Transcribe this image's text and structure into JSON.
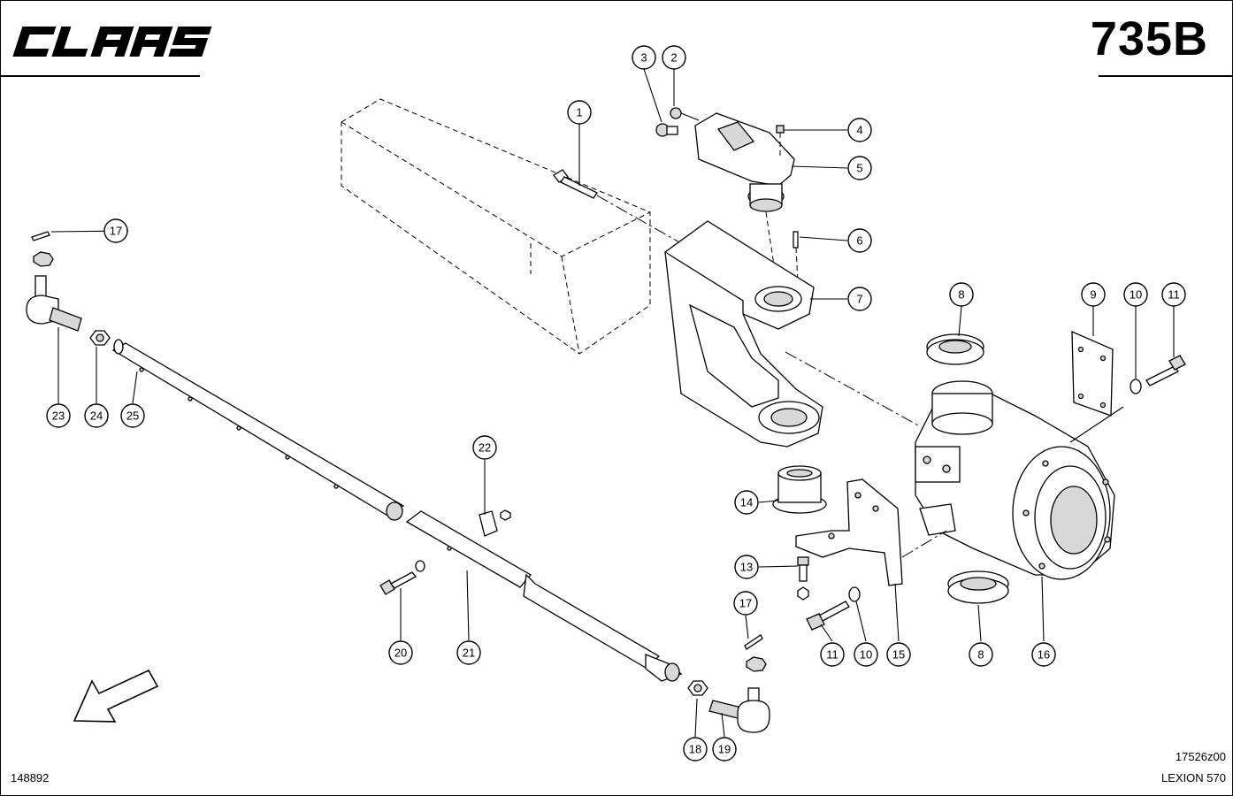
{
  "header": {
    "brand_logo_text": "CLAAS",
    "diagram_number": "735B"
  },
  "footer": {
    "sheet_number": "148892",
    "drawing_code": "17526z00",
    "model_name": "LEXION 570"
  },
  "callouts": {
    "c1": "1",
    "c2": "2",
    "c3": "3",
    "c4": "4",
    "c5": "5",
    "c6": "6",
    "c7": "7",
    "c8a": "8",
    "c8b": "8",
    "c9": "9",
    "c10a": "10",
    "c10b": "10",
    "c11a": "11",
    "c11b": "11",
    "c13": "13",
    "c14": "14",
    "c15": "15",
    "c16": "16",
    "c17a": "17",
    "c17b": "17",
    "c18": "18",
    "c19": "19",
    "c20": "20",
    "c21": "21",
    "c22": "22",
    "c23": "23",
    "c24": "24",
    "c25": "25"
  },
  "colors": {
    "line": "#000000",
    "background": "#ffffff",
    "shade": "#d8d8d8"
  },
  "icons": {
    "direction_arrow": "direction-arrow-icon"
  }
}
